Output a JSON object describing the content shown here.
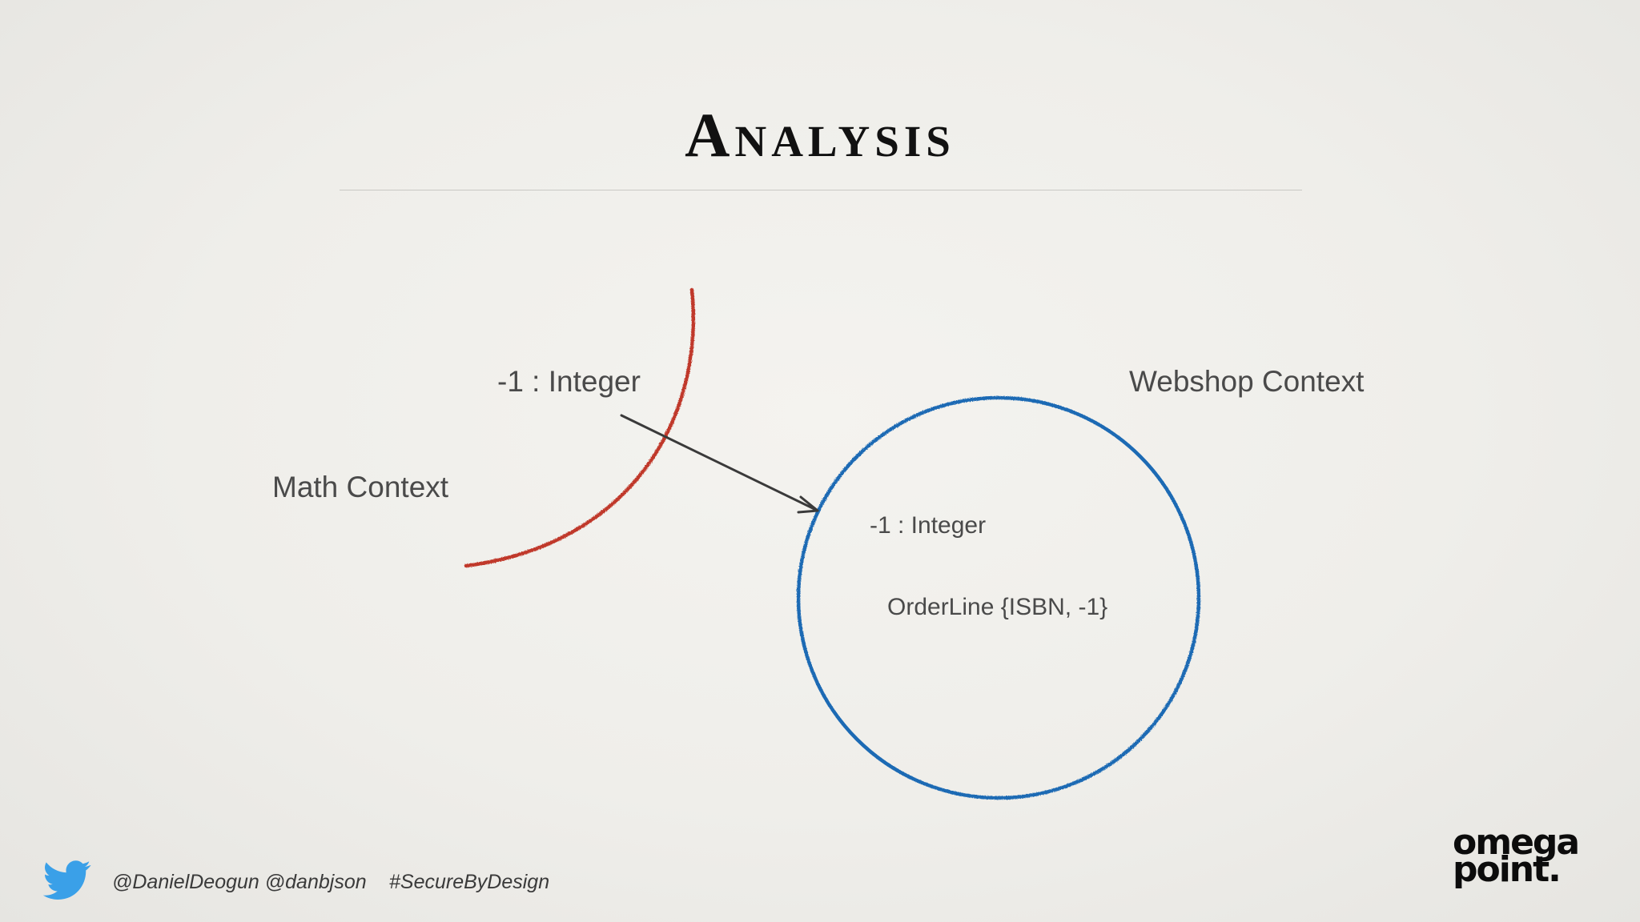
{
  "slide": {
    "title": "Analysis"
  },
  "diagram": {
    "math_context": {
      "label": "Math Context",
      "color": "#c0392b"
    },
    "webshop_context": {
      "label": "Webshop Context",
      "color": "#1f6ab4",
      "items": [
        "-1 : Integer",
        "OrderLine {ISBN, -1}"
      ]
    },
    "outside_value": "-1 : Integer",
    "arrow": {
      "from": "math_context",
      "to": "webshop_context"
    }
  },
  "footer": {
    "handles": "@DanielDeogun @danbjson",
    "hashtag": "#SecureByDesign",
    "icon": "twitter-icon",
    "logo_line1": "omega",
    "logo_line2": "point."
  }
}
